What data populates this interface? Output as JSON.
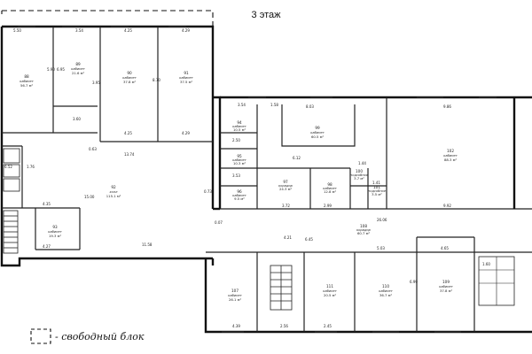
{
  "floor_label": "3 этаж",
  "legend": {
    "label": "- свободный блок"
  },
  "rooms": [
    {
      "num": "88",
      "name": "кабинет",
      "area": "56.7 м²"
    },
    {
      "num": "89",
      "name": "кабинет",
      "area": "21.6 м²"
    },
    {
      "num": "90",
      "name": "кабинет",
      "area": "37.8 м²"
    },
    {
      "num": "91",
      "name": "кабинет",
      "area": "37.5 м²"
    },
    {
      "num": "92",
      "name": "холл",
      "area": "115.1 м²"
    },
    {
      "num": "93",
      "name": "кабинет",
      "area": "19.3 м²"
    },
    {
      "num": "94",
      "name": "кабинет",
      "area": "10.5 м²"
    },
    {
      "num": "95",
      "name": "кабинет",
      "area": "10.3 м²"
    },
    {
      "num": "96",
      "name": "кабинет",
      "area": "9.5 м²"
    },
    {
      "num": "97",
      "name": "коридор",
      "area": "24.3 м²"
    },
    {
      "num": "98",
      "name": "кабинет",
      "area": "12.8 м²"
    },
    {
      "num": "99",
      "name": "кабинет",
      "area": "60.5 м²"
    },
    {
      "num": "100",
      "name": "подсобное",
      "area": "3.7 м²"
    },
    {
      "num": "101",
      "name": "подсобное",
      "area": "3.5 м²"
    },
    {
      "num": "102",
      "name": "кабинет",
      "area": "88.3 м²"
    },
    {
      "num": "107",
      "name": "кабинет",
      "area": "26.1 м²"
    },
    {
      "num": "108",
      "name": "коридор",
      "area": "60.7 м²"
    },
    {
      "num": "110",
      "name": "кабинет",
      "area": "36.7 м²"
    },
    {
      "num": "111",
      "name": "кабинет",
      "area": "20.5 м²"
    },
    {
      "num": "109",
      "name": "кабинет",
      "area": "37.8 м²"
    }
  ],
  "dimensions": [
    "5.50",
    "3.54",
    "4.25",
    "4.29",
    "5.90",
    "6.95",
    "3.95",
    "8.70",
    "3.60",
    "4.25",
    "4.29",
    "6.52",
    "4.35",
    "4.27",
    "13.74",
    "15.00",
    "11.58",
    "0.07",
    "3.54",
    "1.58",
    "8.03",
    "9.86",
    "2.50",
    "3.53",
    "6.12",
    "2.99",
    "3.72",
    "26.06",
    "9.92",
    "4.21",
    "5.03",
    "4.65",
    "6.45",
    "6.99",
    "4.39",
    "2.45",
    "2.56",
    "1.76",
    "0.63",
    "0.73",
    "1.44",
    "1.41",
    "1.60"
  ]
}
